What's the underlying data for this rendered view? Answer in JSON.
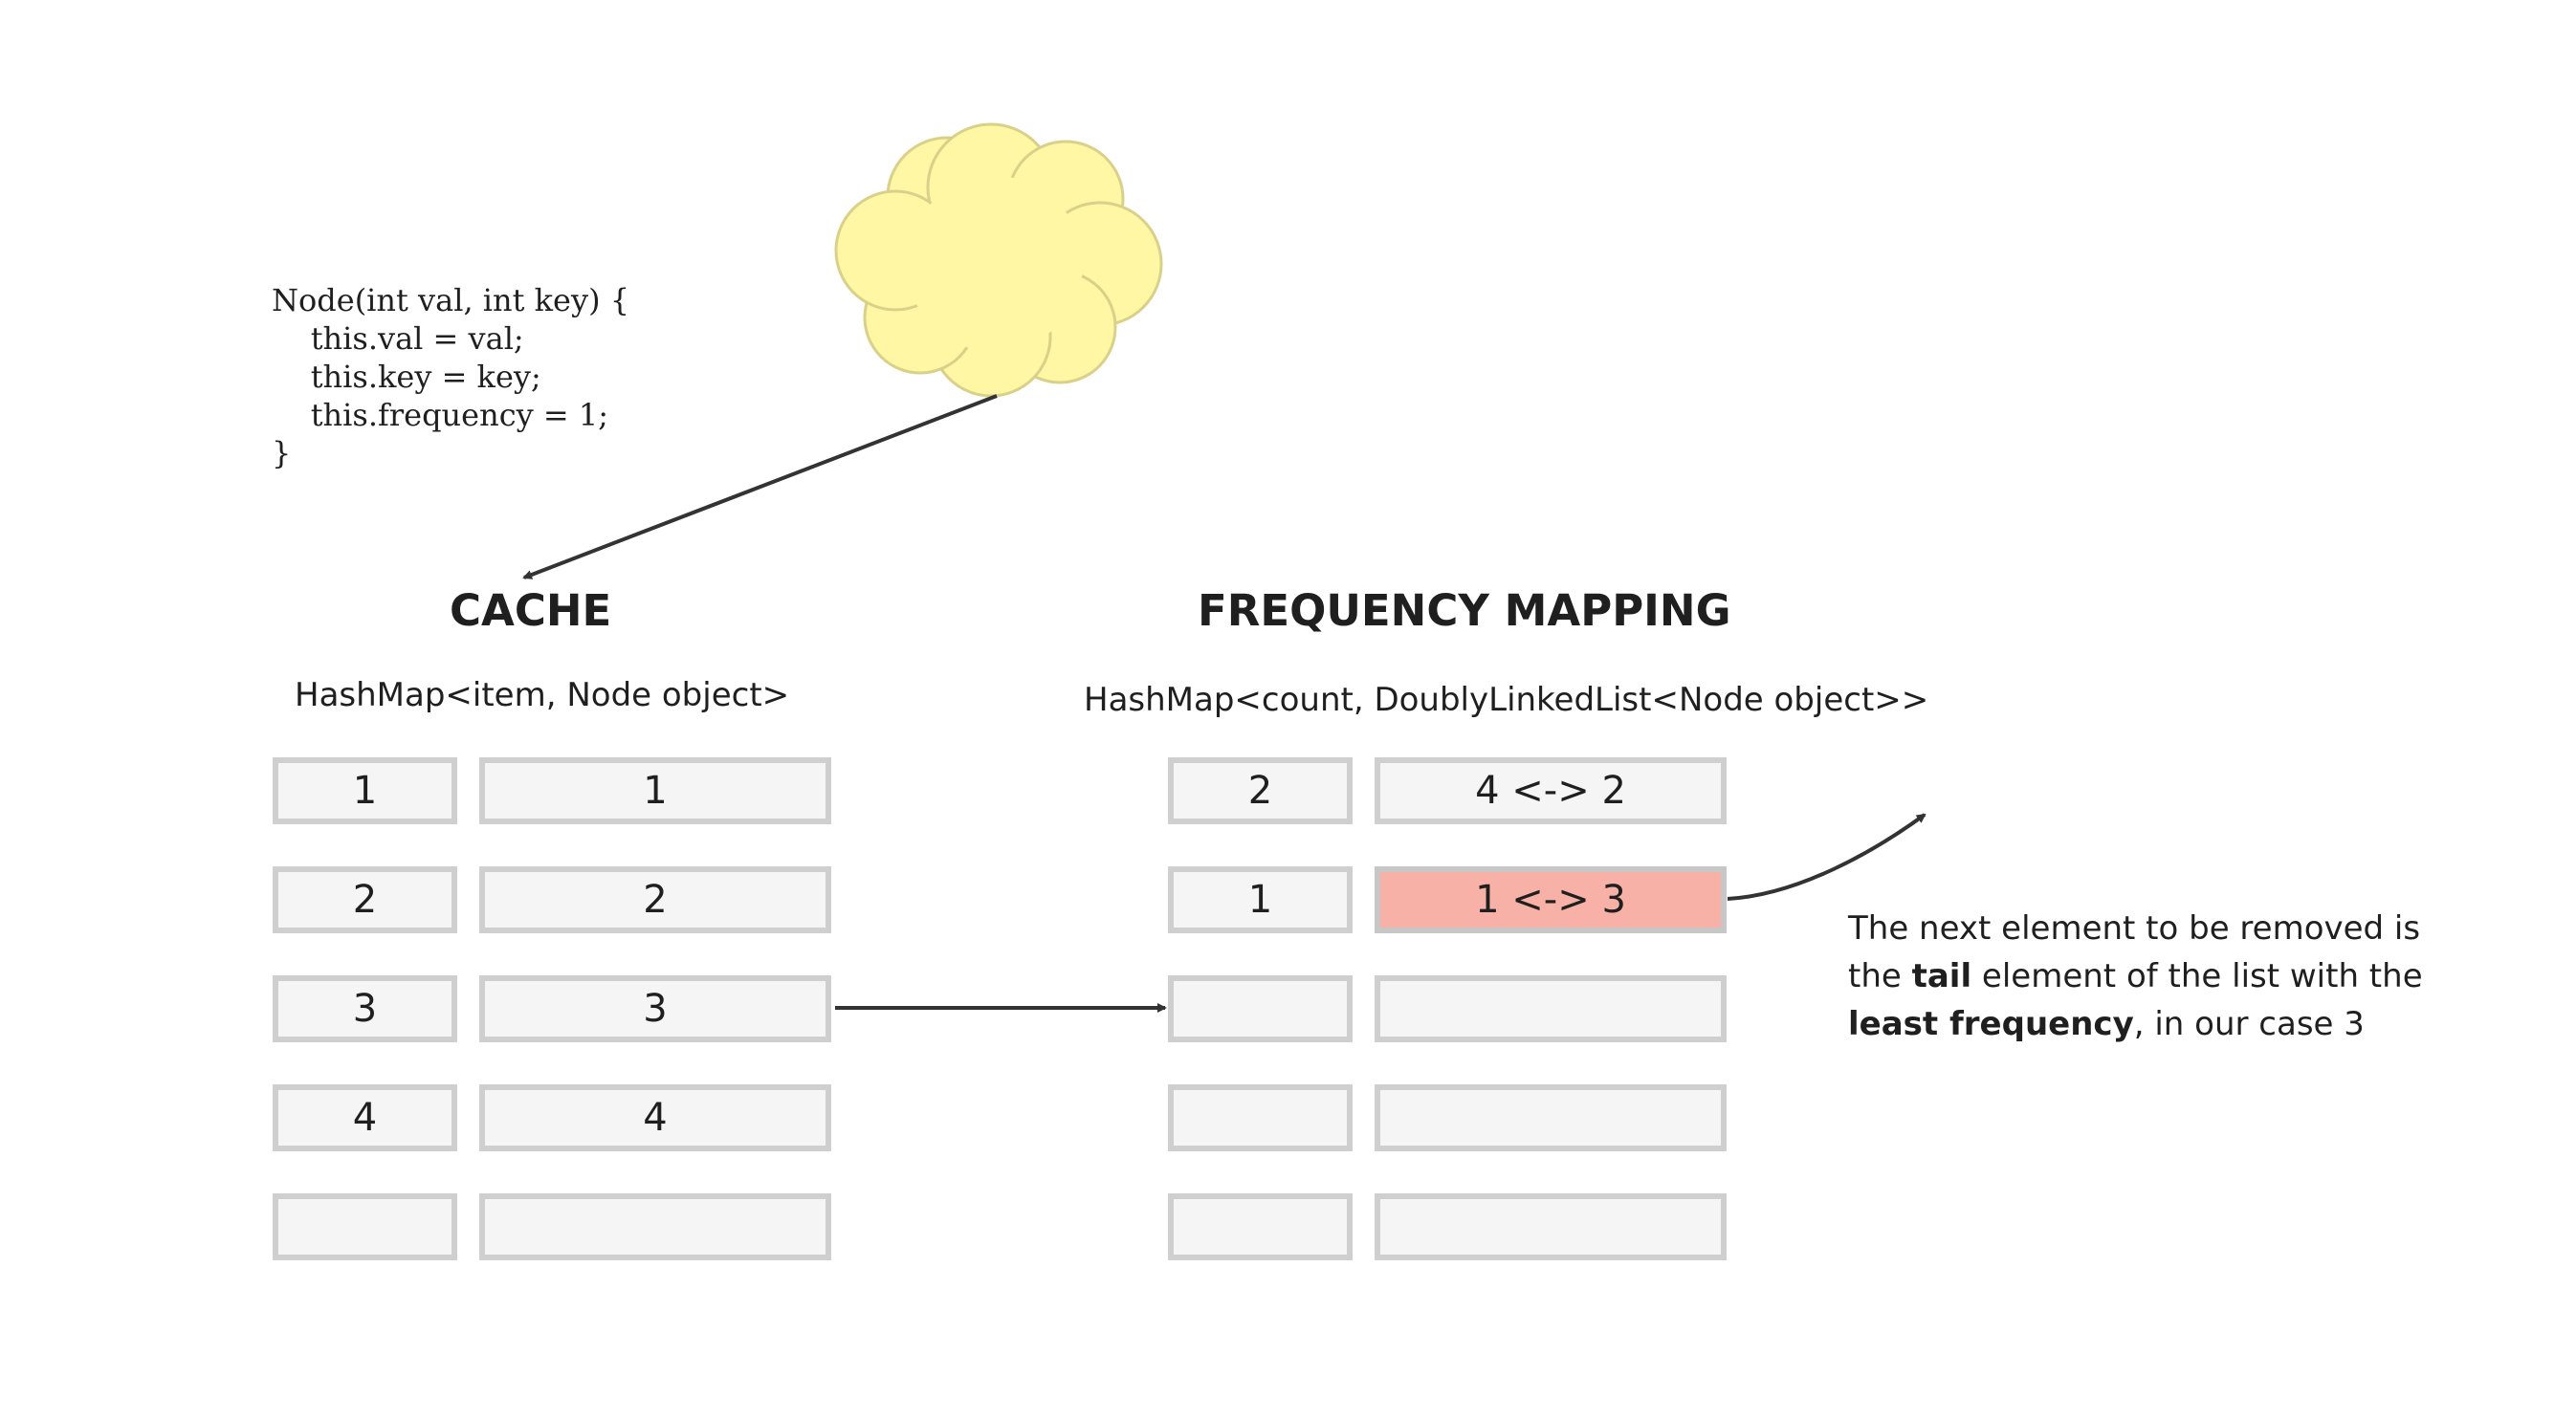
{
  "code": {
    "lines": [
      "Node(int val, int key) {",
      "    this.val = val;",
      "    this.key = key;",
      "    this.frequency = 1;",
      "}"
    ]
  },
  "cache": {
    "title": "CACHE",
    "subtitle": "HashMap<item, Node object>",
    "rows": [
      {
        "key": "1",
        "value": "1"
      },
      {
        "key": "2",
        "value": "2"
      },
      {
        "key": "3",
        "value": "3"
      },
      {
        "key": "4",
        "value": "4"
      },
      {
        "key": "",
        "value": ""
      }
    ]
  },
  "frequency": {
    "title": "FREQUENCY MAPPING",
    "subtitle": "HashMap<count, DoublyLinkedList<Node object>>",
    "rows": [
      {
        "key": "2",
        "value": "4 <-> 2"
      },
      {
        "key": "1",
        "value": "1 <-> 3"
      },
      {
        "key": "",
        "value": ""
      },
      {
        "key": "",
        "value": ""
      },
      {
        "key": "",
        "value": ""
      }
    ]
  },
  "note": {
    "part1": "The next element to be removed is the ",
    "bold1": "tail",
    "part2": " element of the list with the ",
    "bold2": "least frequency",
    "part3": ", in our case 3"
  },
  "colors": {
    "cloud_fill": "#fff7a3",
    "cloud_stroke": "#d9d08a",
    "cell_fill": "#f5f5f5",
    "cell_border": "#cfcfcf",
    "highlight_fill": "#f8b1a6",
    "arrow": "#333333"
  }
}
